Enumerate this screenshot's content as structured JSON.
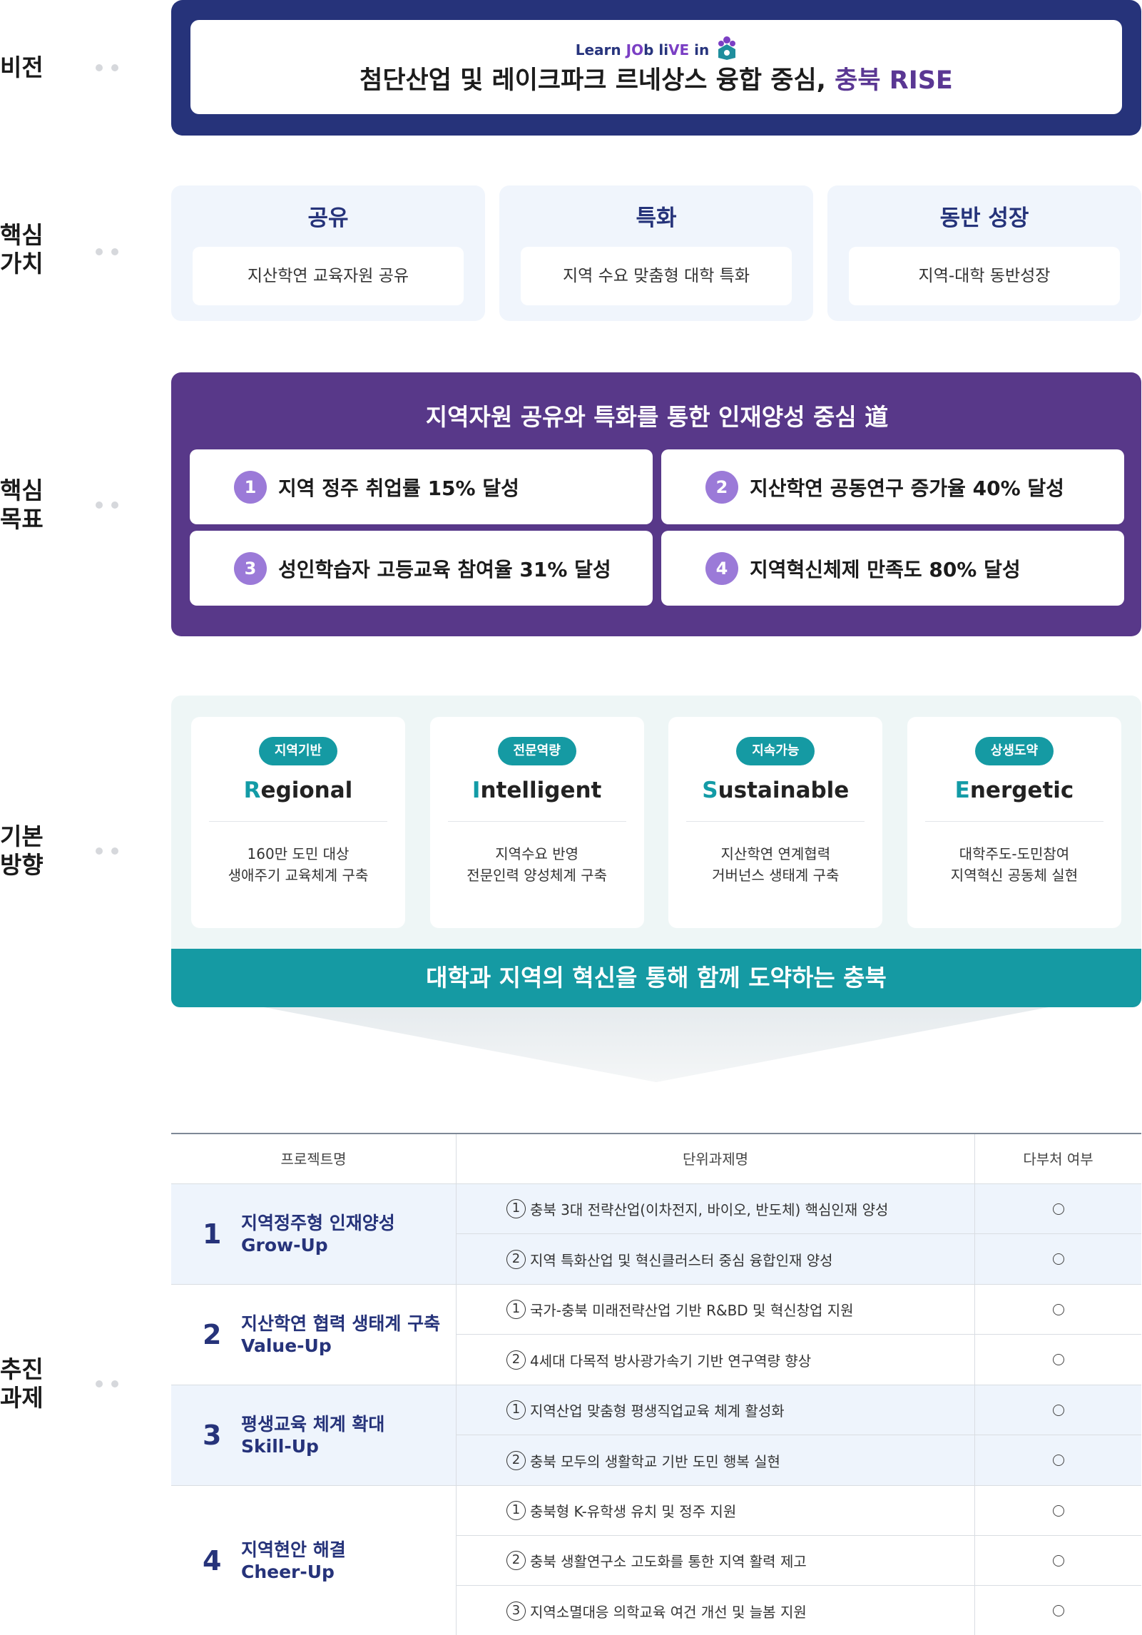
{
  "side_labels": {
    "vision": "비전",
    "values": "핵심\n가치",
    "goals": "핵심\n목표",
    "direction": "기본\n방향",
    "tasks": "추진\n과제"
  },
  "vision": {
    "brand_pre": "Learn ",
    "brand_jo": "JO",
    "brand_mid": "b li",
    "brand_ve": "VE",
    "brand_post": " in",
    "title_main": "첨단산업 및 레이크파크 르네상스 융합 중심, ",
    "title_highlight": "충북 RISE",
    "accent_color": "#7b3fc4",
    "brand_color": "#26337a"
  },
  "values": [
    {
      "title": "공유",
      "desc": "지산학연 교육자원 공유"
    },
    {
      "title": "특화",
      "desc": "지역 수요 맞춤형 대학 특화"
    },
    {
      "title": "동반 성장",
      "desc": "지역-대학 동반성장"
    }
  ],
  "goals": {
    "title": "지역자원 공유와 특화를 통한 인재양성 중심 道",
    "items": [
      {
        "num": "1",
        "text": "지역 정주 취업률 15% 달성"
      },
      {
        "num": "2",
        "text": "지산학연 공동연구 증가율 40% 달성"
      },
      {
        "num": "3",
        "text": "성인학습자 고등교육 참여율 31% 달성"
      },
      {
        "num": "4",
        "text": "지역혁신체제 만족도 80% 달성"
      }
    ],
    "bg_color": "#583889"
  },
  "direction": {
    "cards": [
      {
        "tag": "지역기반",
        "first": "R",
        "rest": "egional",
        "desc": "160만 도민 대상\n생애주기 교육체계 구축"
      },
      {
        "tag": "전문역량",
        "first": "I",
        "rest": "ntelligent",
        "desc": "지역수요 반영\n전문인력 양성체계 구축"
      },
      {
        "tag": "지속가능",
        "first": "S",
        "rest": "ustainable",
        "desc": "지산학연 연계협력\n거버넌스 생태계 구축"
      },
      {
        "tag": "상생도약",
        "first": "E",
        "rest": "nergetic",
        "desc": "대학주도-도민참여\n지역혁신 공동체 실현"
      }
    ],
    "banner": "대학과 지역의 혁신을 통해 함께 도약하는 충북",
    "teal_color": "#159aa3"
  },
  "tasks": {
    "headers": {
      "project": "프로젝트명",
      "unit": "단위과제명",
      "multi": "다부처 여부"
    },
    "groups": [
      {
        "num": "1",
        "name": "지역정주형 인재양성",
        "sub": "Grow-Up",
        "units": [
          {
            "n": "1",
            "text": "충북 3대 전략산업(이차전지, 바이오, 반도체) 핵심인재 양성",
            "multi": "○"
          },
          {
            "n": "2",
            "text": "지역 특화산업 및 혁신클러스터 중심 융합인재 양성",
            "multi": "○"
          }
        ]
      },
      {
        "num": "2",
        "name": "지산학연 협력 생태계 구축",
        "sub": "Value-Up",
        "units": [
          {
            "n": "1",
            "text": "국가-충북 미래전략산업 기반 R&BD 및 혁신창업 지원",
            "multi": "○"
          },
          {
            "n": "2",
            "text": "4세대 다목적 방사광가속기 기반 연구역량 향상",
            "multi": "○"
          }
        ]
      },
      {
        "num": "3",
        "name": "평생교육 체계 확대",
        "sub": "Skill-Up",
        "units": [
          {
            "n": "1",
            "text": "지역산업 맞춤형 평생직업교육 체계 활성화",
            "multi": "○"
          },
          {
            "n": "2",
            "text": "충북 모두의 생활학교 기반 도민 행복 실현",
            "multi": "○"
          }
        ]
      },
      {
        "num": "4",
        "name": "지역현안 해결",
        "sub": "Cheer-Up",
        "units": [
          {
            "n": "1",
            "text": "충북형 K-유학생 유치 및 정주 지원",
            "multi": "○"
          },
          {
            "n": "2",
            "text": "충북 생활연구소 고도화를 통한 지역 활력 제고",
            "multi": "○"
          },
          {
            "n": "3",
            "text": "지역소멸대응 의학교육 여건 개선 및 늘봄 지원",
            "multi": "○"
          }
        ]
      }
    ]
  }
}
